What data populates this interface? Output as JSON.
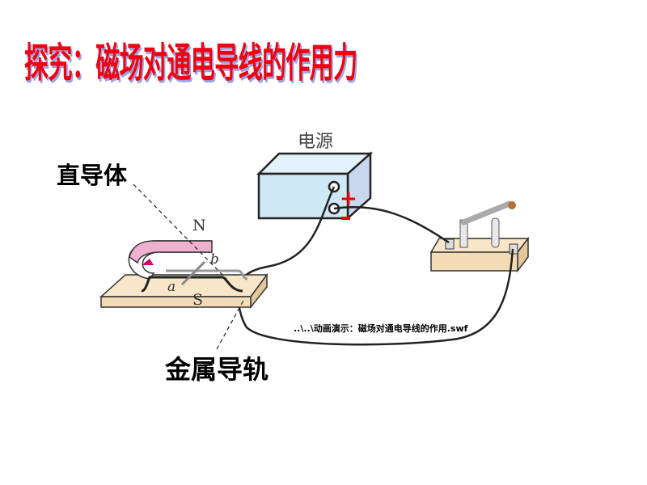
{
  "title": "探究：磁场对通电导线的作用力",
  "labels": {
    "conductor": "直导体",
    "rails": "金属导轨",
    "power_supply": "电源",
    "north": "N",
    "south": "S",
    "point_a": "a",
    "point_b": "b",
    "plus": "+",
    "minus": "-"
  },
  "link": "..\\..\\动画演示：磁场对通电导线的作用.swf",
  "colors": {
    "title": "#f00010",
    "title_shadow": "#9aa6e0",
    "box": "#cfe8f5",
    "board": "#f3dcb5",
    "magnet": "#f0b0d0"
  }
}
